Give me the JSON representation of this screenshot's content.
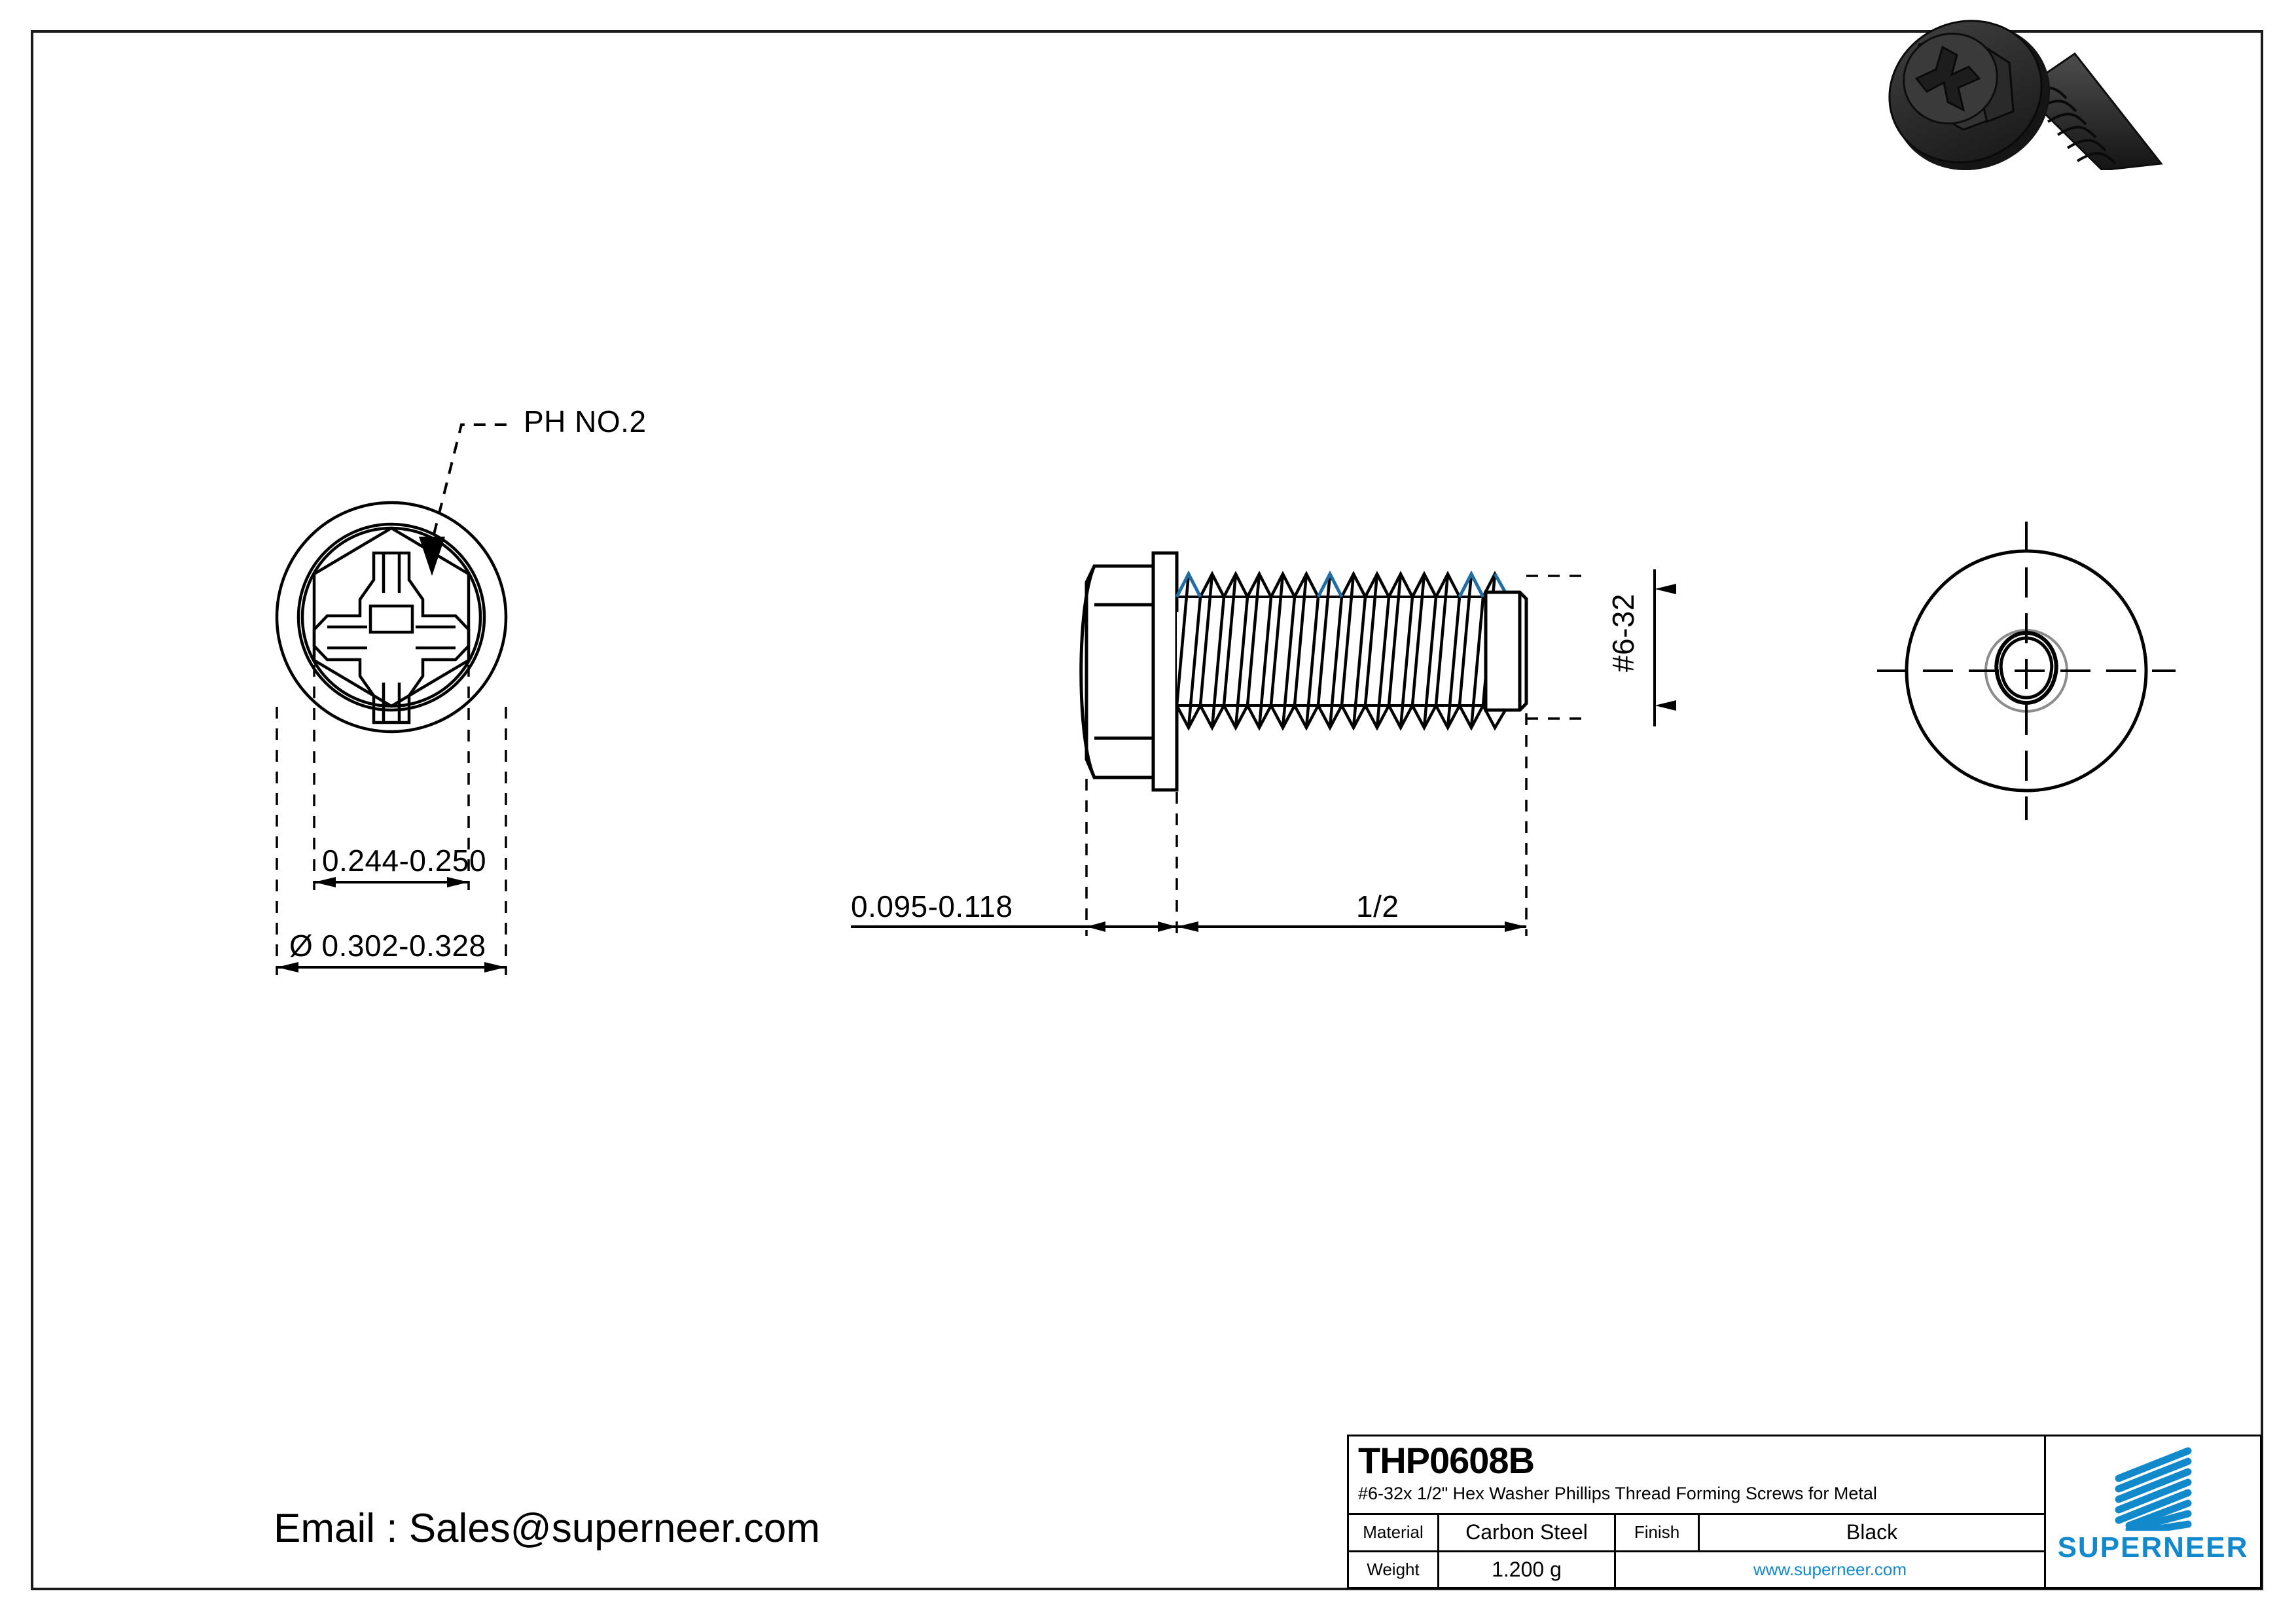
{
  "sheet": {
    "background": "#ffffff",
    "line_color": "#000000",
    "accent_color": "#1289ca",
    "thread_highlight_color": "#1f6fa5"
  },
  "annotations": {
    "drive_callout": "PH NO.2",
    "head_width_across_flats": "0.244-0.250",
    "head_diameter": "Ø 0.302-0.328",
    "head_height": "0.095-0.118",
    "thread_length": "1/2",
    "thread_size": "#6-32"
  },
  "views": {
    "front_view_name": "hex-washer-head-front-view",
    "side_view_name": "screw-side-view",
    "right_view_name": "thread-end-view",
    "isometric_name": "screw-3d-render"
  },
  "title_block": {
    "part_code": "THP0608B",
    "description": "#6-32x 1/2\" Hex Washer Phillips Thread Forming Screws for Metal",
    "material_label": "Material",
    "material_value": "Carbon Steel",
    "finish_label": "Finish",
    "finish_value": "Black",
    "weight_label": "Weight",
    "weight_value": "1.200 g",
    "website": "www.superneer.com",
    "brand": "SUPERNEER"
  },
  "contact": {
    "email_line": "Email : Sales@superneer.com"
  }
}
